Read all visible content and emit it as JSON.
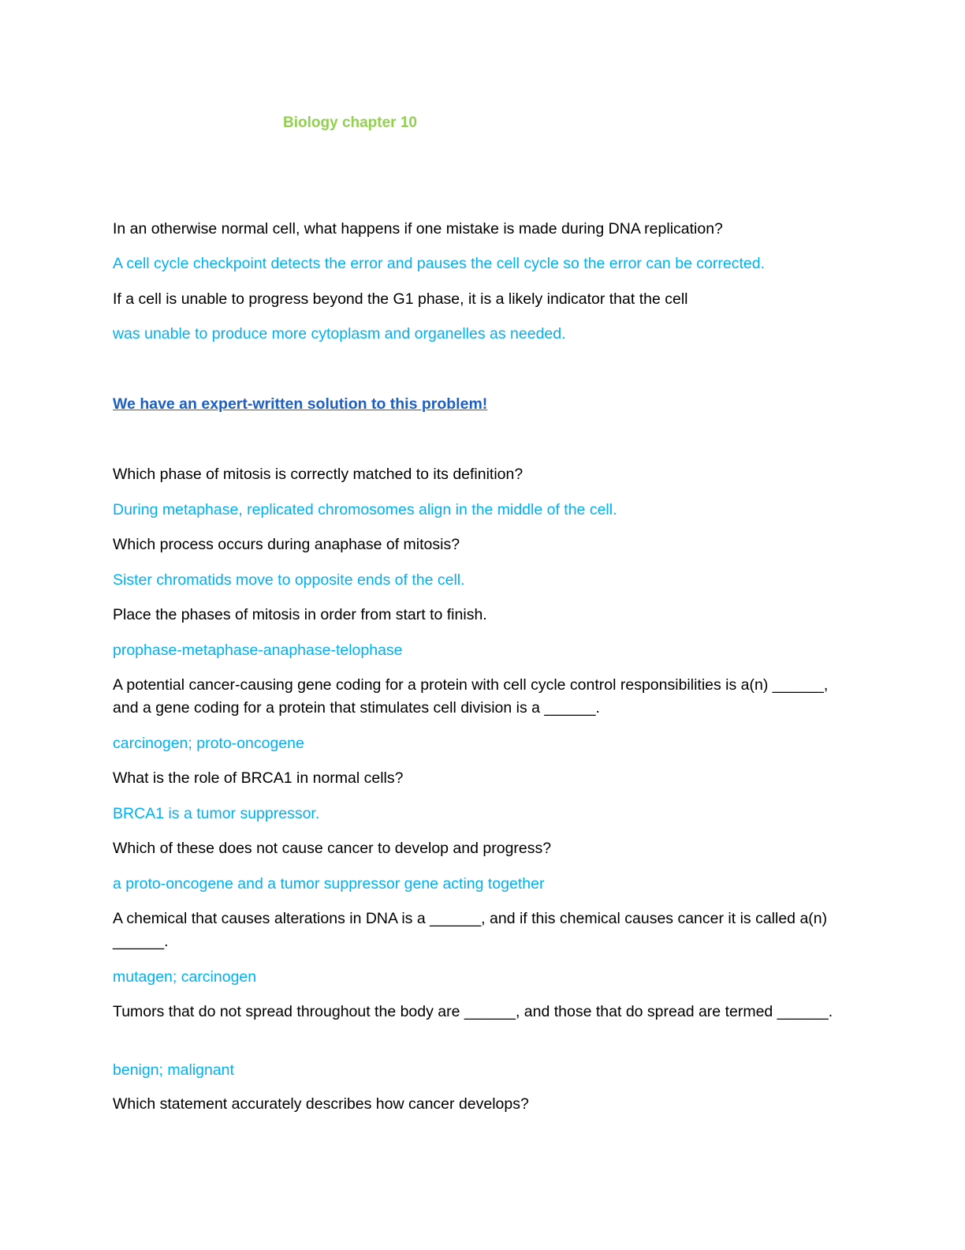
{
  "document": {
    "title": "Biology chapter 10",
    "link_text": "We have an expert-written solution to this problem!",
    "items": [
      {
        "q": "In an otherwise normal cell, what happens if one mistake is made during DNA replication?",
        "a": "A cell cycle checkpoint detects the error and pauses the cell cycle so the error can be corrected."
      },
      {
        "q": "If a cell is unable to progress beyond the G1 phase, it is a likely indicator that the cell",
        "a": "was unable to produce more cytoplasm and organelles as needed."
      },
      {
        "q": "Which phase of mitosis is correctly matched to its definition?",
        "a": "During metaphase, replicated chromosomes align in the middle of the cell."
      },
      {
        "q": "Which process occurs during anaphase of mitosis?",
        "a": "Sister chromatids move to opposite ends of the cell."
      },
      {
        "q": "Place the phases of mitosis in order from start to finish.",
        "a": "prophase-metaphase-anaphase-telophase"
      },
      {
        "q": "A potential cancer-causing gene coding for a protein with cell cycle control responsibilities is a(n) ______, and a gene coding for a protein that stimulates cell division is a ______.",
        "a": "carcinogen; proto-oncogene"
      },
      {
        "q": "What is the role of BRCA1 in normal cells?",
        "a": "BRCA1 is a tumor suppressor."
      },
      {
        "q": "Which of these does not cause cancer to develop and progress?",
        "a": "a proto-oncogene and a tumor suppressor gene acting together"
      },
      {
        "q": "A chemical that causes alterations in DNA is a ______, and if this chemical causes cancer it is called a(n) ______.",
        "a": "mutagen; carcinogen"
      },
      {
        "q": "Tumors that do not spread throughout the body are ______, and those that do spread are termed ______.",
        "a": "benign; malignant"
      },
      {
        "q": "Which statement accurately describes how cancer develops?"
      }
    ]
  },
  "colors": {
    "title": "#92d050",
    "answer": "#00b0f0",
    "question": "#000000",
    "link": "#1f5fbf"
  }
}
